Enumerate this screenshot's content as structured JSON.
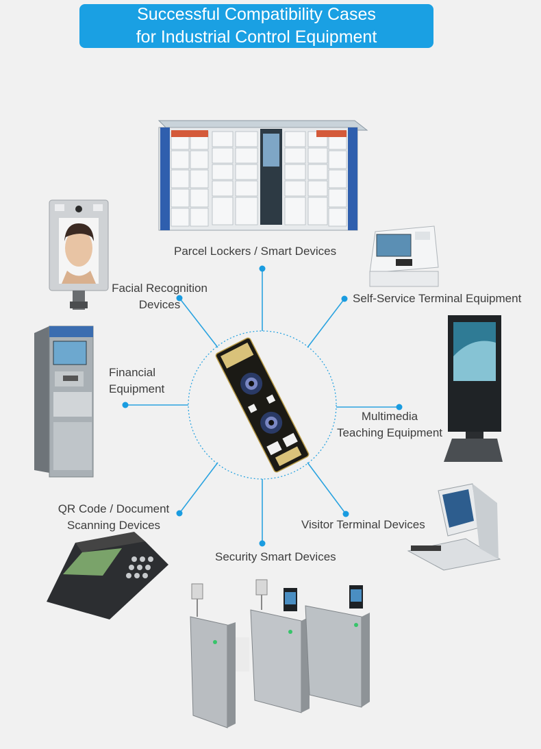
{
  "title": {
    "line1": "Successful Compatibility Cases",
    "line2": "for Industrial Control Equipment"
  },
  "labels": {
    "parcel": "Parcel Lockers / Smart Devices",
    "facial_line1": "Facial Recognition",
    "facial_line2": "Devices",
    "self_service": "Self-Service Terminal Equipment",
    "financial_line1": "Financial",
    "financial_line2": "Equipment",
    "multimedia_line1": "Multimedia",
    "multimedia_line2": "Teaching Equipment",
    "qr_line1": "QR Code / Document",
    "qr_line2": "Scanning Devices",
    "visitor": "Visitor Terminal Devices",
    "security": "Security Smart Devices"
  },
  "colors": {
    "accent": "#1aa0e3",
    "connector": "#2aa3e0",
    "background": "#f1f1f1"
  },
  "center_device": "camera-module-icon"
}
